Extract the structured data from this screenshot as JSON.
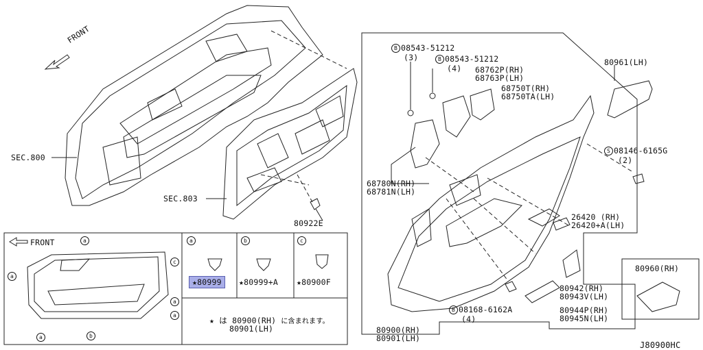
{
  "diagram": {
    "front_label": "FRONT",
    "inset_front_label": "FRONT",
    "sec800": "SEC.800",
    "sec803": "SEC.803",
    "p80922e": "80922E",
    "b1_num": "08543-51212",
    "b1_qty": "(3)",
    "b2_num": "08543-51212",
    "b2_qty": "(4)",
    "p68762": "68762P(RH)",
    "p68763": "68763P(LH)",
    "p68750t": "68750T(RH)",
    "p68750ta": "68750TA(LH)",
    "p68780": "68780N(RH)",
    "p68781": "68781N(LH)",
    "p80961": "80961(LH)",
    "s_num": "08146-6165G",
    "s_qty": "(2)",
    "p26420": "26420 (RH)",
    "p26420a": "26420+A(LH)",
    "p80942": "80942(RH)",
    "p80943": "80943V(LH)",
    "p80944": "80944P(RH)",
    "p80945": "80945N(LH)",
    "b3_num": "08168-6162A",
    "b3_qty": "(4)",
    "p80900": "80900(RH)",
    "p80901": "80901(LH)",
    "p80960": "80960(RH)",
    "code": "J80900HC",
    "clip_a_label": "a",
    "clip_b_label": "b",
    "clip_c_label": "c",
    "clip_a_part": "80999",
    "clip_b_part": "80999+A",
    "clip_c_part": "80900F",
    "star": "★",
    "note_pre": "は",
    "note_line1": "80900(RH)",
    "note_line2": "80901(LH)",
    "note_post": "に含まれます。",
    "bolt_b": "B",
    "screw_s": "S"
  },
  "colors": {
    "highlight": "#a9aee8",
    "line": "#111111"
  }
}
